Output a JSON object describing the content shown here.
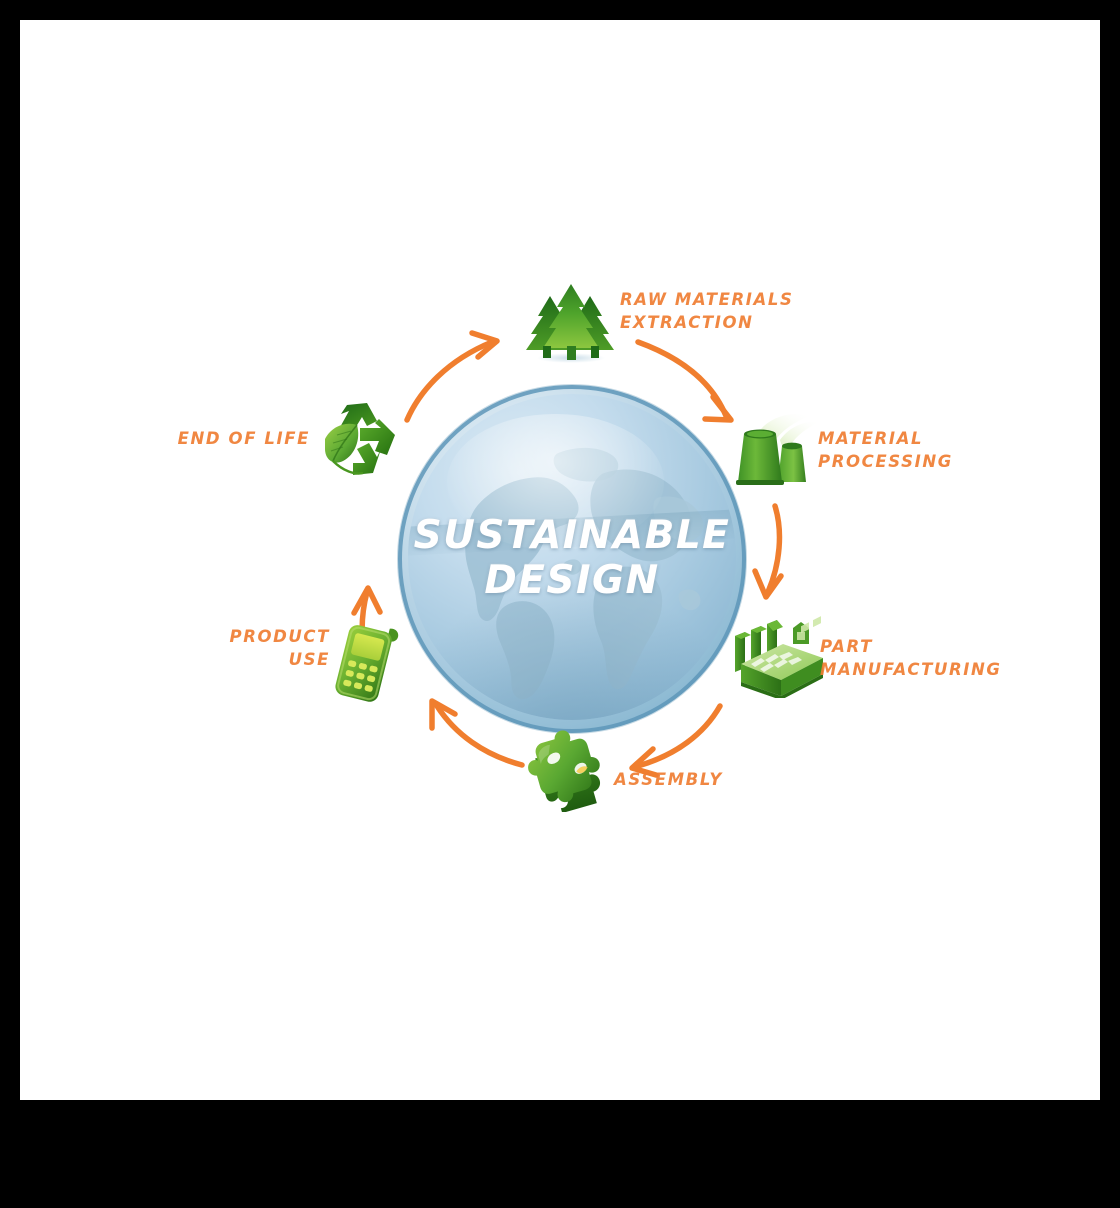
{
  "page": {
    "background_color": "#000000",
    "canvas_color": "#ffffff"
  },
  "diagram": {
    "type": "circular-lifecycle",
    "center_title_line1": "SUSTAINABLE",
    "center_title_line2": "DESIGN",
    "center_graphic": "earth-globe",
    "accent_color": "#ef7d32",
    "icon_color": "#5aa832",
    "globe_color": "#a9cbe0",
    "title_color": "#ffffff",
    "stages": [
      {
        "id": "raw-materials-extraction",
        "label": "RAW MATERIALS\nEXTRACTION",
        "icon": "pine-trees-icon",
        "position": "top"
      },
      {
        "id": "material-processing",
        "label": "MATERIAL\nPROCESSING",
        "icon": "cooling-tower-icon",
        "position": "top-right"
      },
      {
        "id": "part-manufacturing",
        "label": "PART\nMANUFACTURING",
        "icon": "factory-icon",
        "position": "bottom-right"
      },
      {
        "id": "assembly",
        "label": "ASSEMBLY",
        "icon": "puzzle-piece-icon",
        "position": "bottom"
      },
      {
        "id": "product-use",
        "label": "PRODUCT\nUSE",
        "icon": "mobile-phone-icon",
        "position": "bottom-left"
      },
      {
        "id": "end-of-life",
        "label": "END OF LIFE",
        "icon": "recycle-leaf-icon",
        "position": "top-left"
      }
    ],
    "arrow_count": 6,
    "arrow_direction": "clockwise"
  }
}
